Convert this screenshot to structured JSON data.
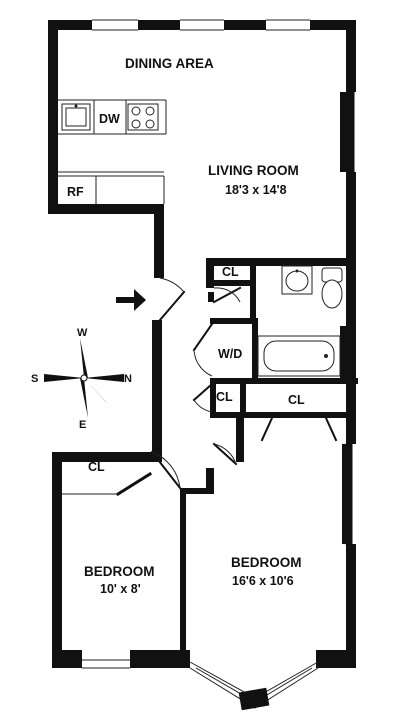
{
  "rooms": {
    "dining": {
      "name": "DINING AREA"
    },
    "living": {
      "name": "LIVING ROOM",
      "dimensions": "18'3 x 14'8"
    },
    "bedroom_left": {
      "name": "BEDROOM",
      "dimensions": "10' x 8'"
    },
    "bedroom_right": {
      "name": "BEDROOM",
      "dimensions": "16'6 x 10'6"
    }
  },
  "labels": {
    "dishwasher": "DW",
    "refrigerator": "RF",
    "closet": "CL",
    "washer_dryer": "W/D"
  },
  "compass": {
    "north": "N",
    "south": "S",
    "east": "E",
    "west": "W"
  },
  "colors": {
    "walls": "#111111",
    "background": "#ffffff"
  }
}
